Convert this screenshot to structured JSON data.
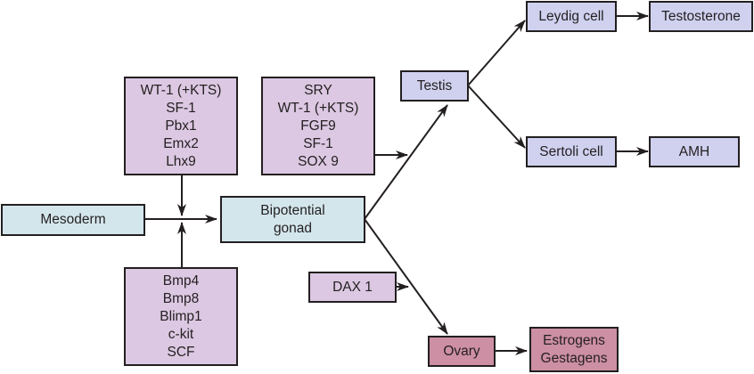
{
  "colors": {
    "precursor": "#d3e6ec",
    "factors": "#dcc8e2",
    "male": "#cfd1ef",
    "female": "#cd8fa3",
    "line": "#231f20"
  },
  "nodes": {
    "mesoderm": [
      "Mesoderm"
    ],
    "upper_factors": [
      "WT-1 (+KTS)",
      "SF-1",
      "Pbx1",
      "Emx2",
      "Lhx9"
    ],
    "lower_factors": [
      "Bmp4",
      "Bmp8",
      "Blimp1",
      "c-kit",
      "SCF"
    ],
    "bipotential_gonad": [
      "Bipotential",
      "gonad"
    ],
    "male_factors": [
      "SRY",
      "WT-1 (+KTS)",
      "FGF9",
      "SF-1",
      "SOX 9"
    ],
    "dax1": [
      "DAX 1"
    ],
    "testis": [
      "Testis"
    ],
    "ovary": [
      "Ovary"
    ],
    "leydig_cell": [
      "Leydig cell"
    ],
    "sertoli_cell": [
      "Sertoli cell"
    ],
    "testosterone": [
      "Testosterone"
    ],
    "amh": [
      "AMH"
    ],
    "estrogens_gestagens": [
      "Estrogens",
      "Gestagens"
    ]
  },
  "edges": [
    {
      "from": "mesoderm",
      "to": "bipotential_gonad"
    },
    {
      "from": "upper_factors",
      "to": "mesoderm-bipotential_gonad"
    },
    {
      "from": "lower_factors",
      "to": "mesoderm-bipotential_gonad"
    },
    {
      "from": "bipotential_gonad",
      "to": "testis"
    },
    {
      "from": "bipotential_gonad",
      "to": "ovary"
    },
    {
      "from": "male_factors",
      "to": "bipotential_gonad-testis"
    },
    {
      "from": "dax1",
      "to": "bipotential_gonad-ovary"
    },
    {
      "from": "testis",
      "to": "leydig_cell"
    },
    {
      "from": "testis",
      "to": "sertoli_cell"
    },
    {
      "from": "leydig_cell",
      "to": "testosterone"
    },
    {
      "from": "sertoli_cell",
      "to": "amh"
    },
    {
      "from": "ovary",
      "to": "estrogens_gestagens"
    }
  ]
}
